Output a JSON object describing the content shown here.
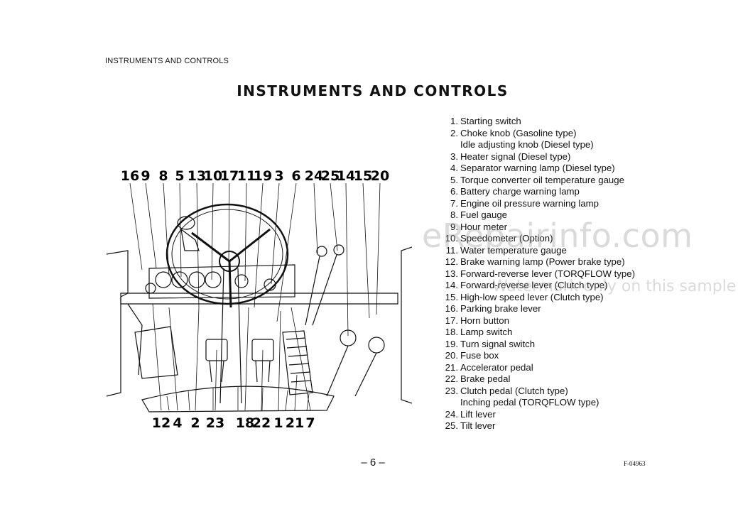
{
  "header": "INSTRUMENTS AND CONTROLS",
  "title": "INSTRUMENTS AND CONTROLS",
  "legend": [
    {
      "num": "1.",
      "label": "Starting switch"
    },
    {
      "num": "2.",
      "label": "Choke knob (Gasoline type)",
      "cont": "Idle adjusting knob (Diesel type)"
    },
    {
      "num": "3.",
      "label": "Heater signal (Diesel type)"
    },
    {
      "num": "4.",
      "label": "Separator warning lamp (Diesel type)"
    },
    {
      "num": "5.",
      "label": "Torque converter oil temperature gauge"
    },
    {
      "num": "6.",
      "label": "Battery charge warning lamp"
    },
    {
      "num": "7.",
      "label": "Engine oil pressure warning lamp"
    },
    {
      "num": "8.",
      "label": "Fuel gauge"
    },
    {
      "num": "9.",
      "label": "Hour meter"
    },
    {
      "num": "10.",
      "label": "Speedometer (Option)"
    },
    {
      "num": "11.",
      "label": "Water temperature gauge"
    },
    {
      "num": "12.",
      "label": "Brake warning lamp (Power brake type)"
    },
    {
      "num": "13.",
      "label": "Forward-reverse lever (TORQFLOW type)"
    },
    {
      "num": "14.",
      "label": "Forward-reverse lever (Clutch type)"
    },
    {
      "num": "15.",
      "label": "High-low speed lever (Clutch type)"
    },
    {
      "num": "16.",
      "label": "Parking brake lever"
    },
    {
      "num": "17.",
      "label": "Horn button"
    },
    {
      "num": "18.",
      "label": "Lamp switch"
    },
    {
      "num": "19.",
      "label": "Turn signal switch"
    },
    {
      "num": "20.",
      "label": "Fuse box"
    },
    {
      "num": "21.",
      "label": "Accelerator pedal"
    },
    {
      "num": "22.",
      "label": "Brake pedal"
    },
    {
      "num": "23.",
      "label": "Clutch pedal (Clutch type)",
      "cont": "Inching pedal (TORQFLOW type)"
    },
    {
      "num": "24.",
      "label": "Lift lever"
    },
    {
      "num": "25.",
      "label": "Tilt lever"
    }
  ],
  "diagram": {
    "top_labels": [
      "16",
      "9",
      "8",
      "5",
      "13",
      "10",
      "17",
      "11",
      "19",
      "3",
      "6",
      "24",
      "25",
      "14",
      "15",
      "20"
    ],
    "bottom_labels": [
      "12",
      "4",
      "2",
      "23",
      "18",
      "22",
      "1",
      "21",
      "7"
    ]
  },
  "watermark": "eRepairinfo.com",
  "watermark_sub": "Watermark only on this sample",
  "page_number": "– 6 –",
  "doc_code": "F-04963"
}
